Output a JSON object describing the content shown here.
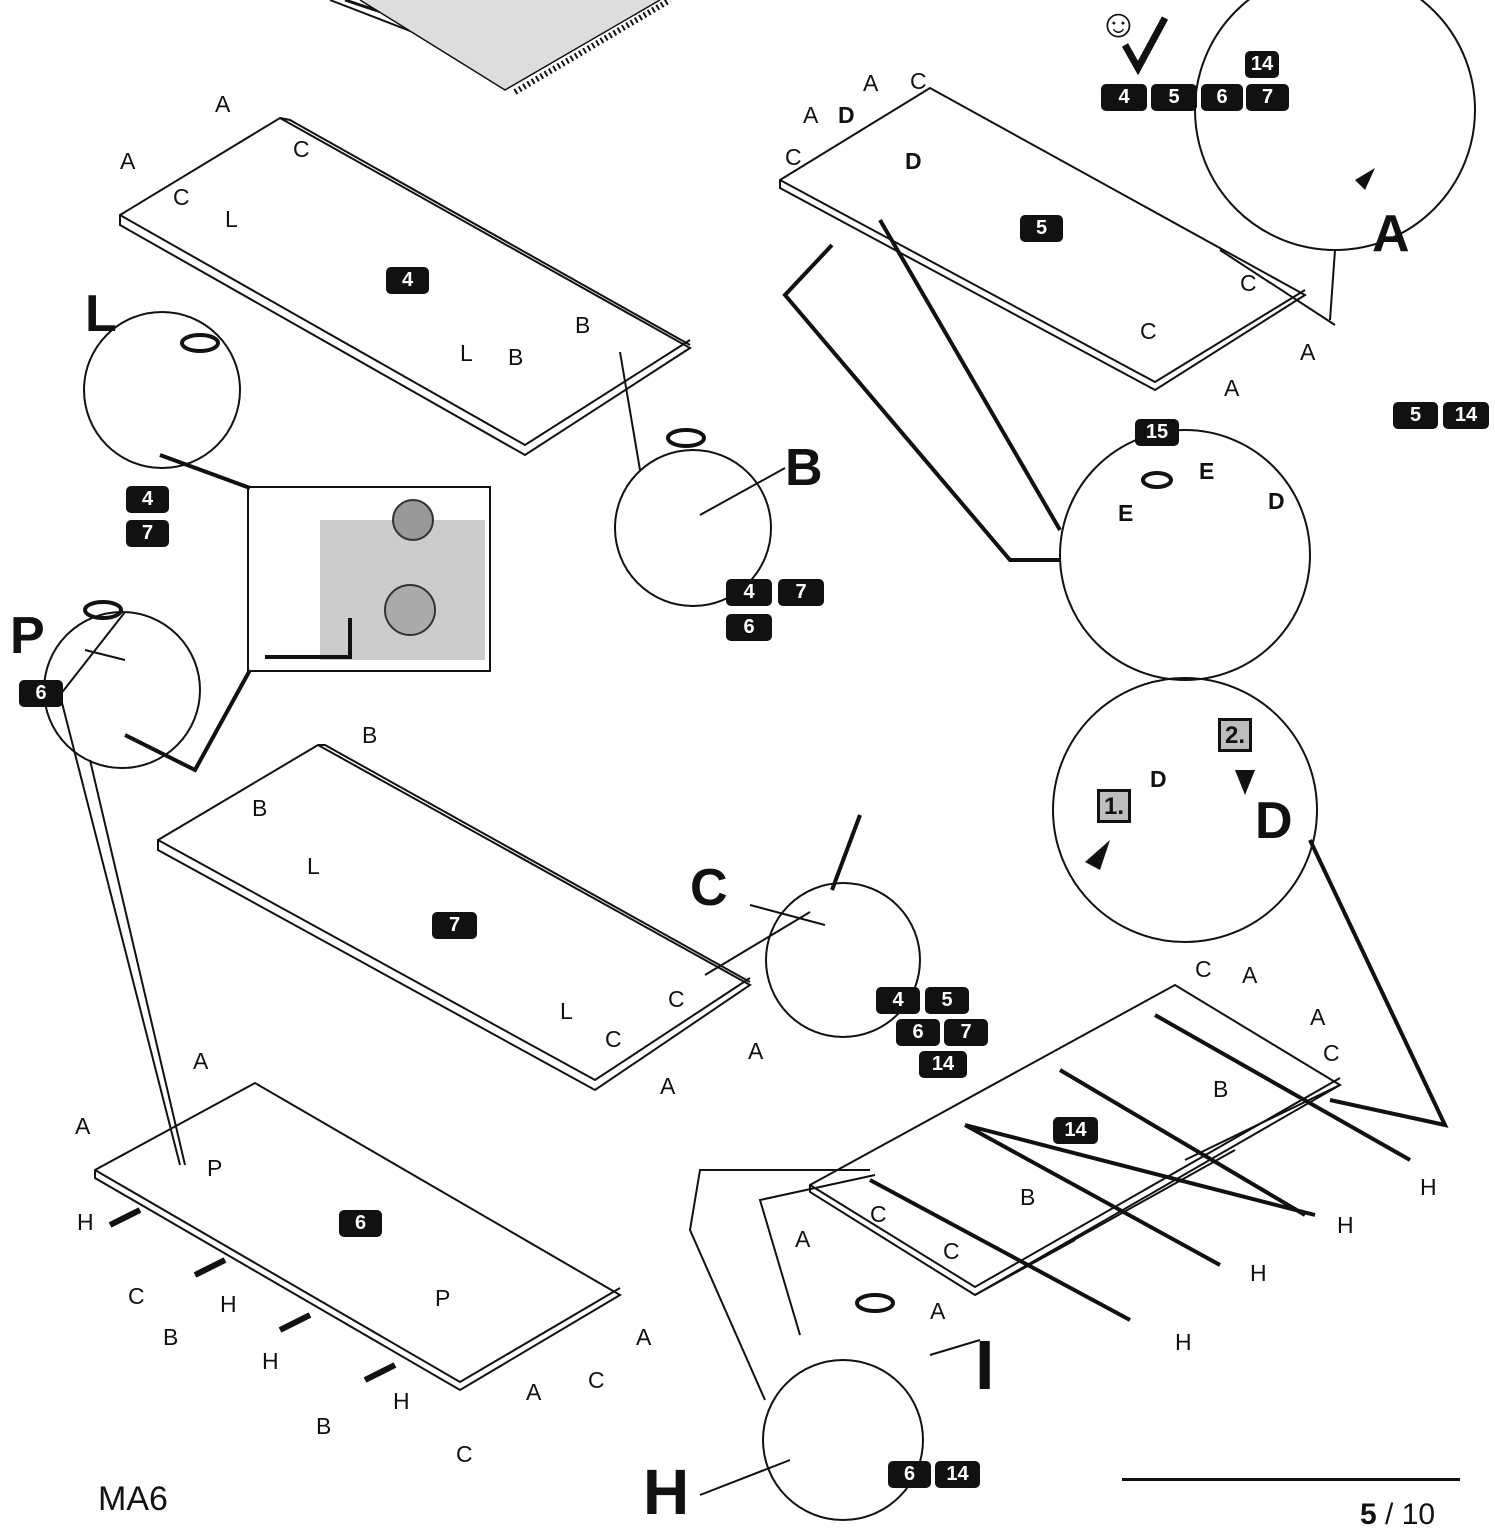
{
  "model": "MA6",
  "page": {
    "current": "5",
    "separator": "/",
    "total": "10"
  },
  "panels": {
    "panel_4": "4",
    "panel_5": "5",
    "panel_7": "7",
    "panel_6": "6",
    "panel_14": "14"
  },
  "badges": {
    "top_right": [
      "14",
      "4",
      "5",
      "6",
      "7"
    ],
    "side_right": [
      "5",
      "14"
    ],
    "detail_15": "15",
    "hinge_L": [
      "4",
      "7"
    ],
    "dowel_B": [
      "4",
      "7",
      "6"
    ],
    "hinge_P": "6",
    "cam_C": [
      "4",
      "5",
      "6",
      "7",
      "14"
    ],
    "bolt_I": [
      "6",
      "14"
    ]
  },
  "parts": {
    "A": "A",
    "B": "B",
    "C": "C",
    "D": "D",
    "E": "E",
    "H": "H",
    "I": "I",
    "L": "L",
    "P": "P"
  },
  "steps": {
    "one": "1.",
    "two": "2."
  },
  "icons": [
    "smiley-icon",
    "checkmark-icon",
    "rotate-arrow-icon",
    "screwdriver-icon",
    "arrow-icon"
  ]
}
